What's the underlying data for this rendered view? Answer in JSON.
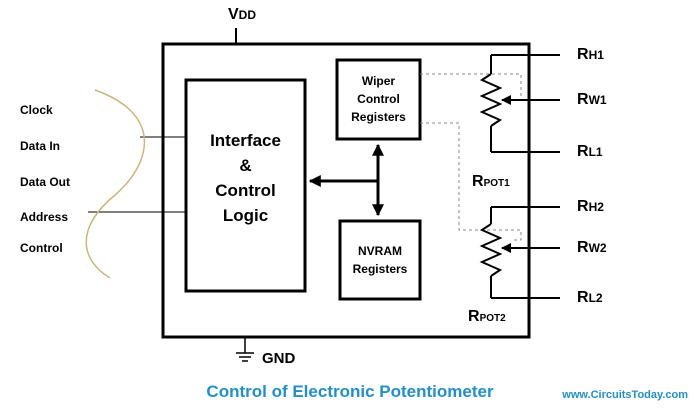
{
  "supply": {
    "v": "V",
    "sub": "DD"
  },
  "ground": {
    "label": "GND"
  },
  "signals": [
    "Clock",
    "Data In",
    "Data Out",
    "Address",
    "Control"
  ],
  "blocks": {
    "interface": [
      "Interface",
      "&",
      "Control",
      "Logic"
    ],
    "wiper": [
      "Wiper",
      "Control",
      "Registers"
    ],
    "nvram": [
      "NVRAM",
      "Registers"
    ]
  },
  "pot1": {
    "high": {
      "r": "R",
      "sub": "H1"
    },
    "wiper": {
      "r": "R",
      "sub": "W1"
    },
    "low": {
      "r": "R",
      "sub": "L1"
    },
    "name": {
      "r": "R",
      "sub": "POT1"
    }
  },
  "pot2": {
    "high": {
      "r": "R",
      "sub": "H2"
    },
    "wiper": {
      "r": "R",
      "sub": "W2"
    },
    "low": {
      "r": "R",
      "sub": "L2"
    },
    "name": {
      "r": "R",
      "sub": "POT2"
    }
  },
  "caption": "Control of Electronic Potentiometer",
  "website": "www.CircuitsToday.com",
  "colors": {
    "caption": "#1f8fd0",
    "curve": "#c8b878",
    "line": "#000000",
    "dashed": "#888888"
  }
}
